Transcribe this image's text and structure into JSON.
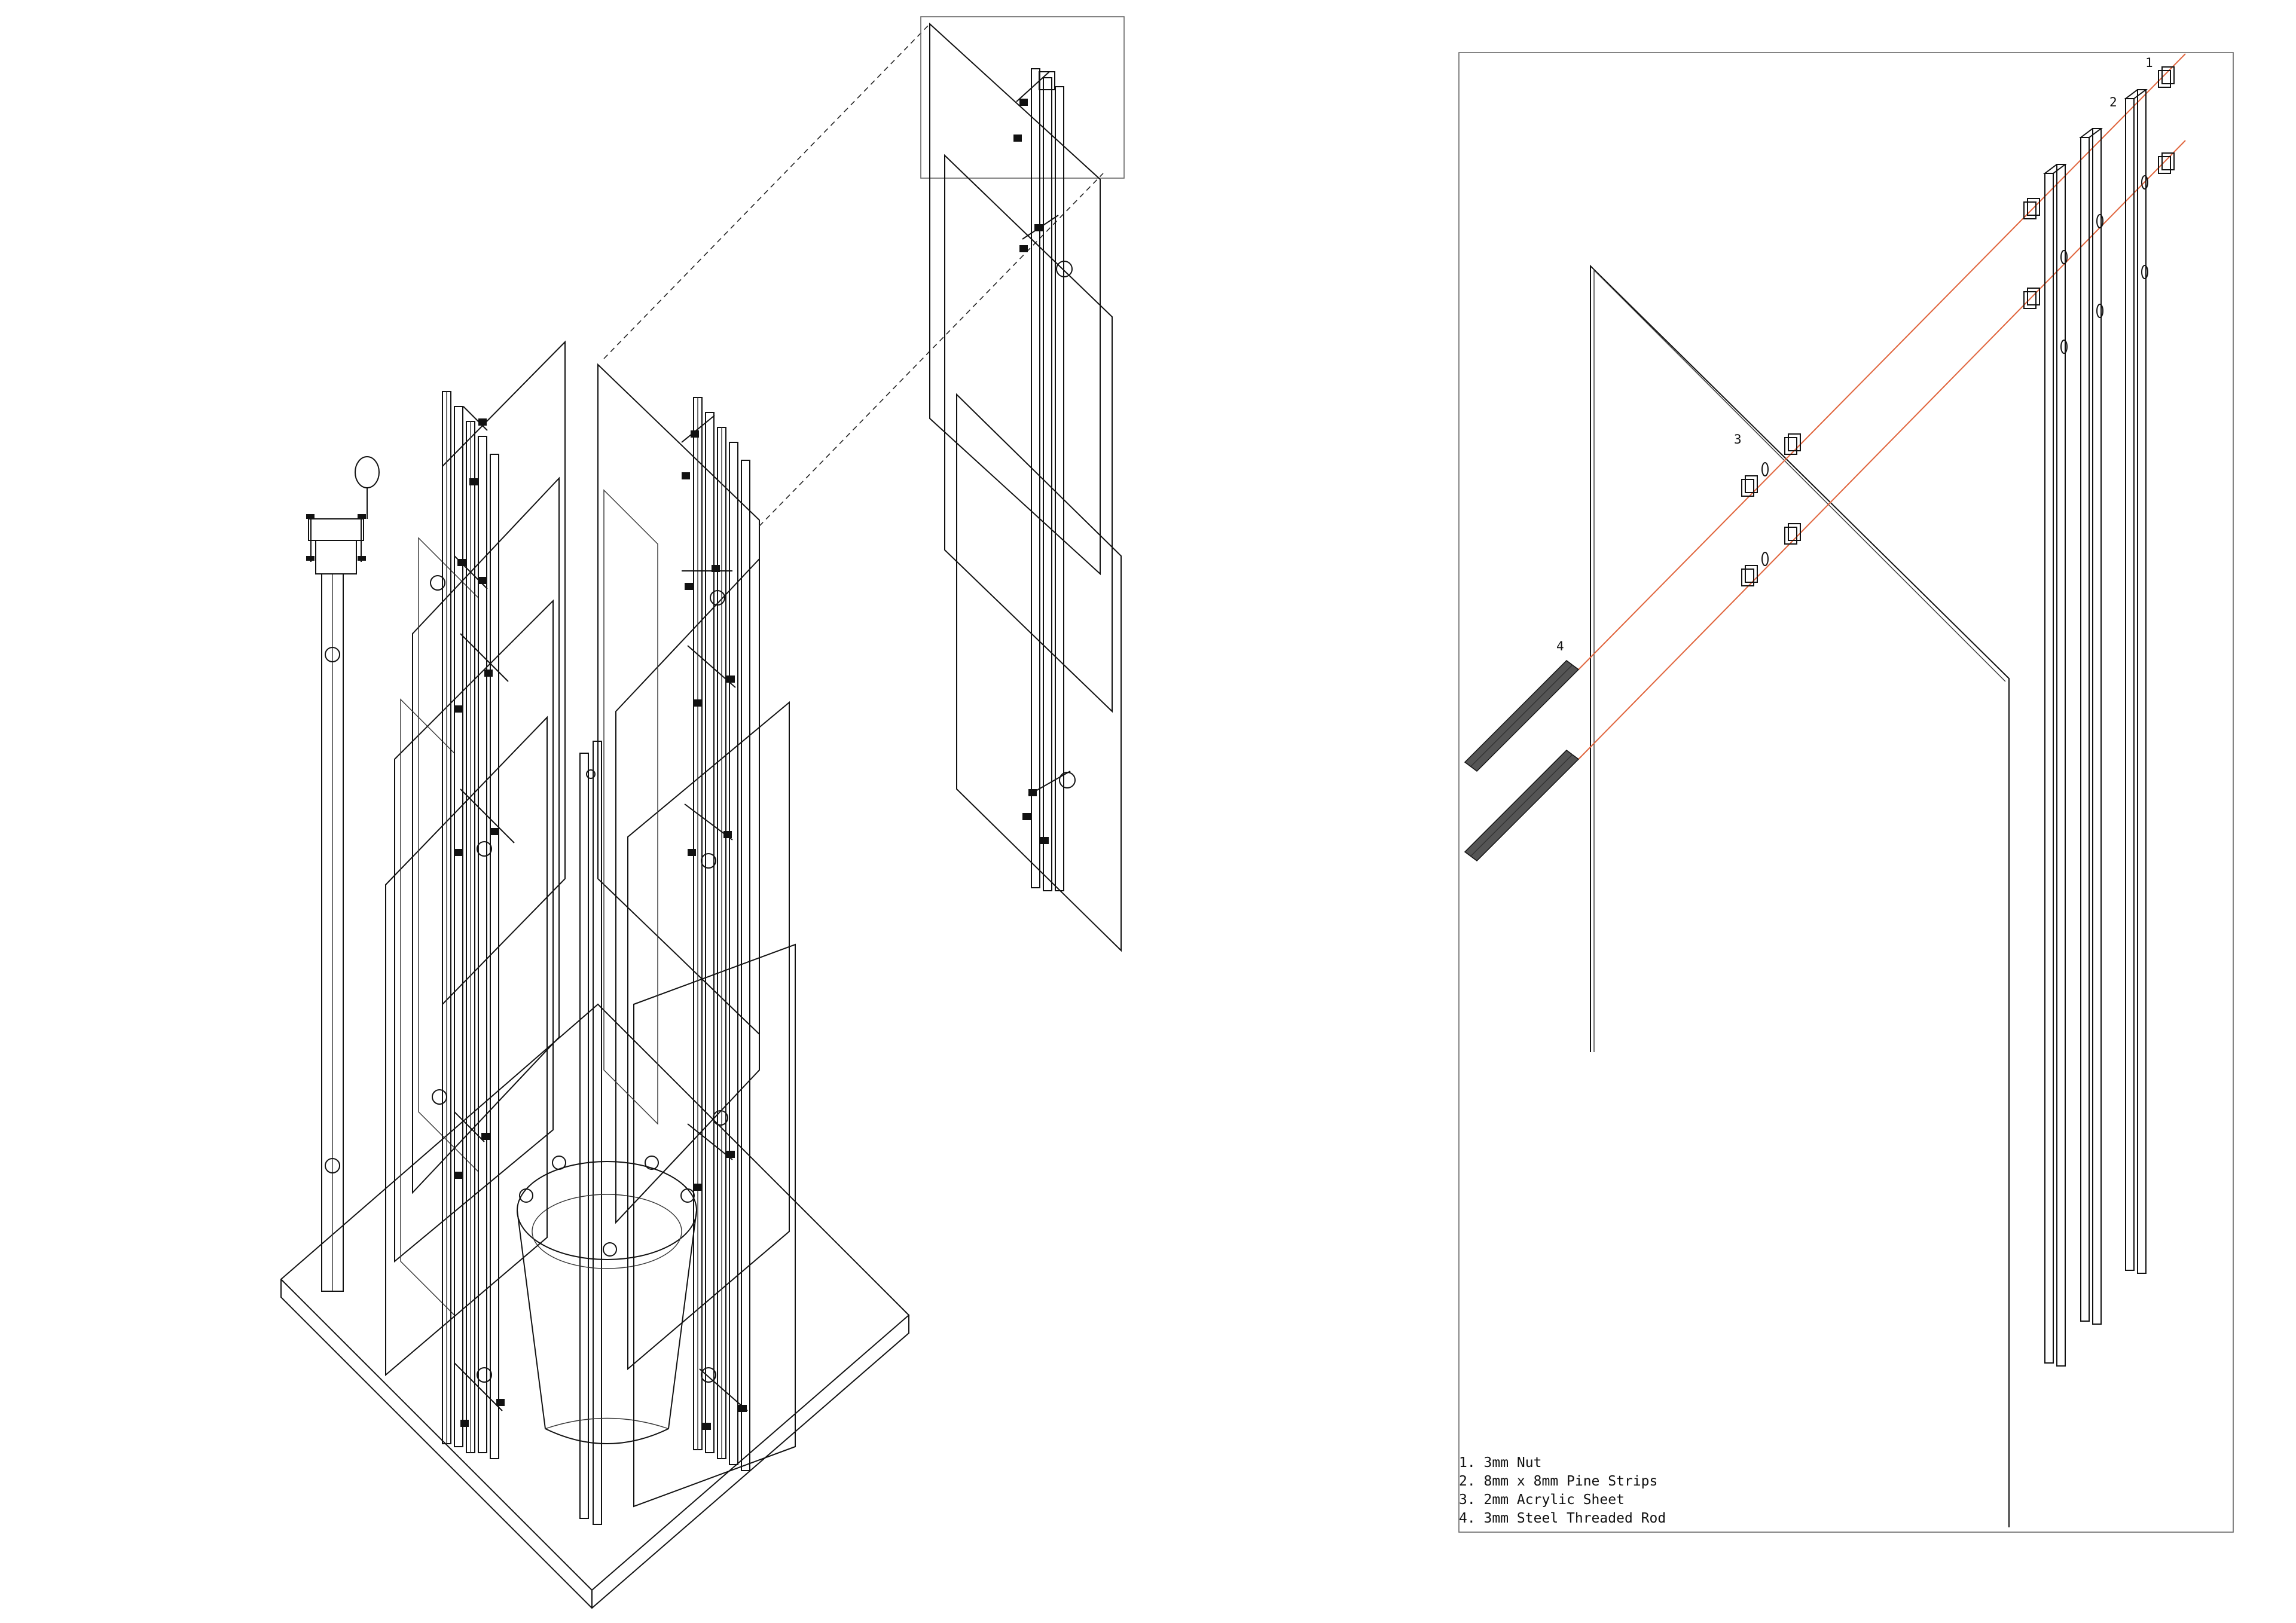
{
  "callouts": {
    "nut": "1",
    "pine_strips": "2",
    "acrylic_sheet": "3",
    "threaded_rod": "4"
  },
  "legend": [
    "1. 3mm Nut",
    "2. 8mm x 8mm Pine Strips",
    "3. 2mm Acrylic Sheet",
    "4. 3mm Steel Threaded Rod"
  ],
  "colors": {
    "line": "#111111",
    "rod_axis": "#e0643c",
    "frame": "#666666"
  }
}
